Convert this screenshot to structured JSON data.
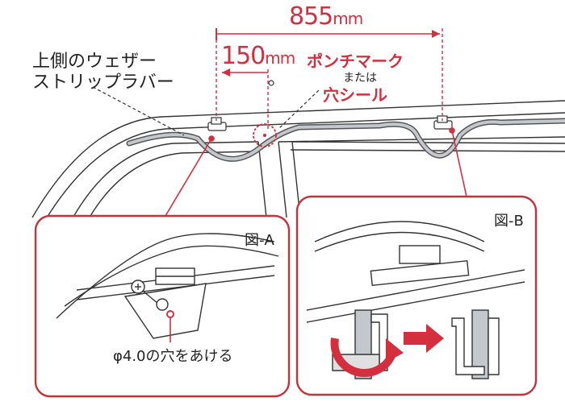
{
  "labels": {
    "rubber_line1": "上側のウェザー",
    "rubber_line2": "ストリップラバー",
    "dim_855_value": "855",
    "dim_855_unit": "mm",
    "dim_150_value": "150",
    "dim_150_unit": "mm",
    "punch_mark": "ポンチマーク",
    "or_text": "または",
    "hole_seal": "穴シール",
    "figure_a": "図-A",
    "figure_b": "図-B",
    "drill_note": "φ4.0の穴をあける"
  },
  "colors": {
    "accent_red": "#d32f3f",
    "line_dark": "#333333",
    "rubber_gray": "#b5b8bc",
    "panel_border": "#c8323c"
  }
}
